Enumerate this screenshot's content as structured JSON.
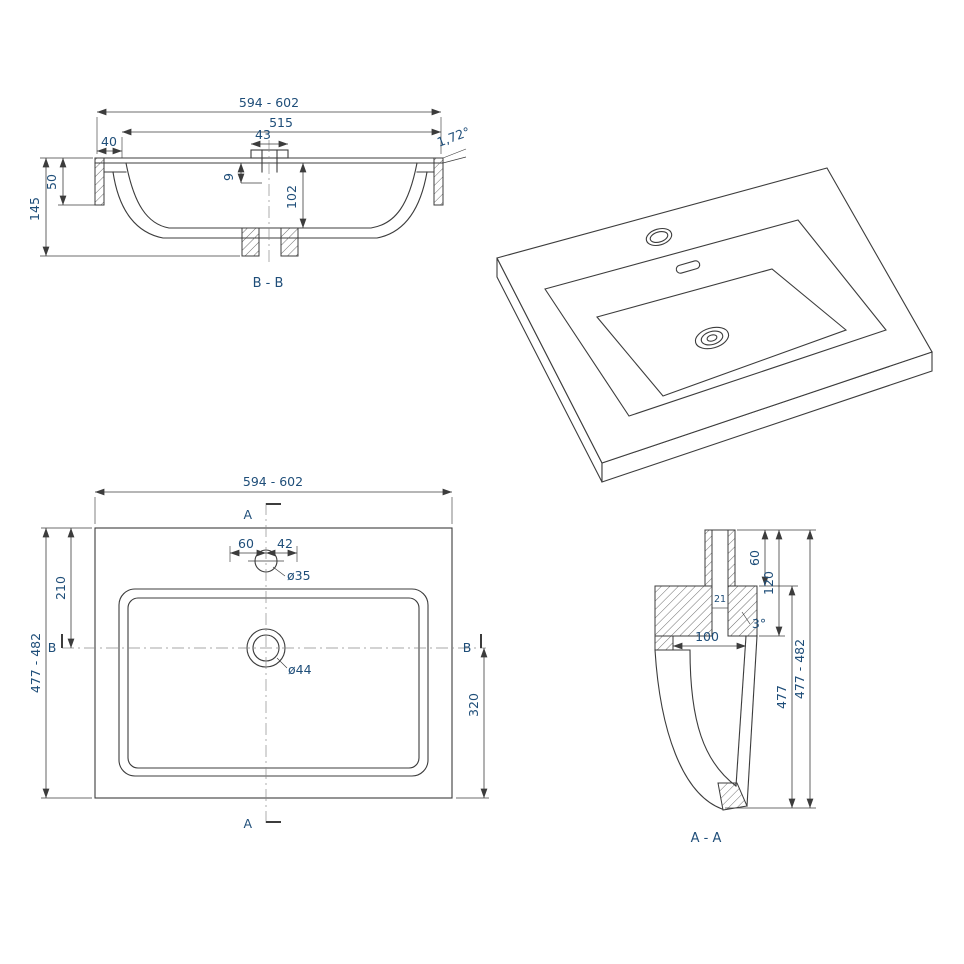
{
  "colors": {
    "dimension_text": "#1f4e79",
    "line": "#3c3c3c",
    "background": "#ffffff"
  },
  "views": {
    "section_bb": {
      "label": "B - B",
      "dims": {
        "overall_width": "594 - 602",
        "basin_opening_width": "515",
        "edge_offset": "40",
        "faucet_hole_width": "43",
        "deck_slope_angle": "1,72°",
        "overflow_offset": "9",
        "basin_depth": "102",
        "front_height": "50",
        "overall_height": "145"
      }
    },
    "plan": {
      "section_marker_a": "A",
      "section_marker_b": "B",
      "dims": {
        "overall_width": "594 - 602",
        "overall_depth": "477 - 482",
        "faucet_offset_left": "60",
        "faucet_offset_right": "42",
        "faucet_hole_diameter": "ø35",
        "drain_diameter": "ø44",
        "drain_from_rear": "210",
        "drain_from_front": "320"
      }
    },
    "section_aa": {
      "label": "A - A",
      "dims": {
        "rear_ledge_height": "60",
        "rear_drop": "120",
        "hole_edge": "21",
        "wall_angle": "3°",
        "ledge_width": "100",
        "bowl_height": "477",
        "overall_depth": "477 - 482"
      }
    }
  }
}
